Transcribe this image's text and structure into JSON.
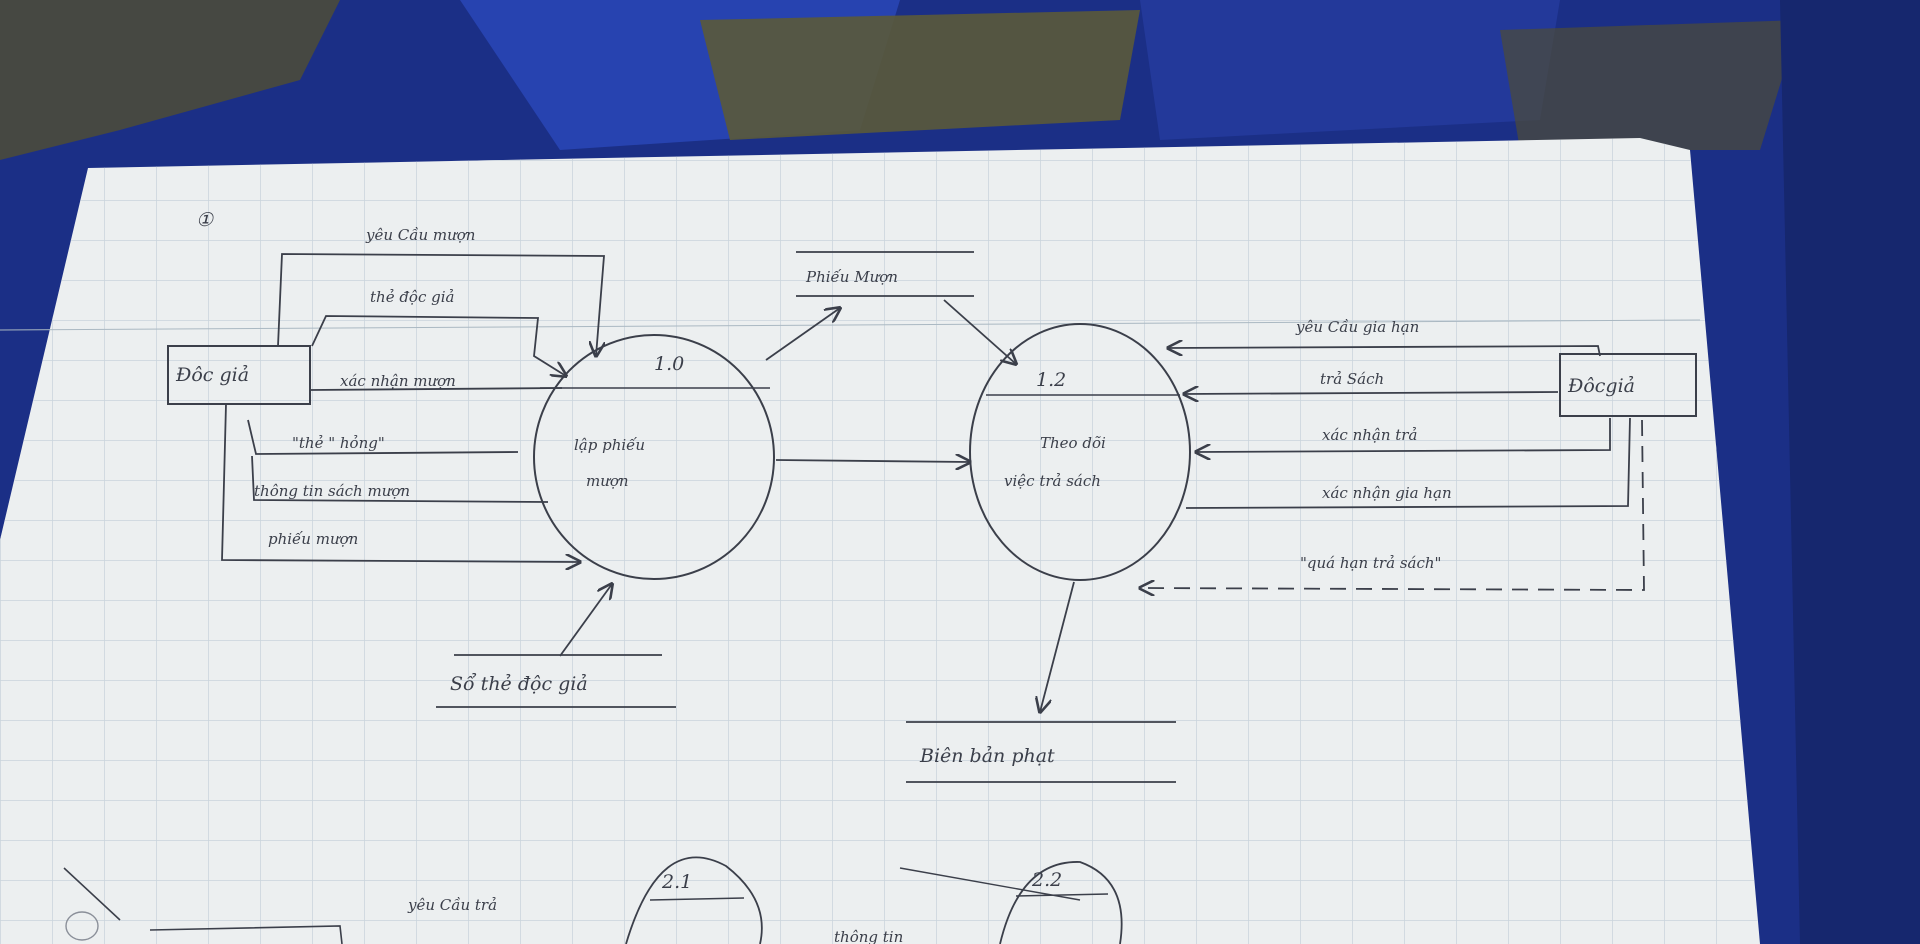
{
  "page_number": "①",
  "entities": {
    "left": "Đôc giả",
    "right": "Đôcgiả"
  },
  "processes": {
    "p1": {
      "id": "1.0",
      "line1": "lập phiếu",
      "line2": "mượn"
    },
    "p2": {
      "id": "1.2",
      "line1": "Theo dõi",
      "line2": "việc trả sách"
    },
    "p3": {
      "id": "2.1"
    },
    "p4": {
      "id": "2.2"
    }
  },
  "stores": {
    "s1": "Phiếu Mượn",
    "s2": "Sổ thẻ độc giả",
    "s3": "Biên bản phạt"
  },
  "flows": {
    "f1": "yêu Cầu mượn",
    "f2": "thẻ độc giả",
    "f3": "xác nhận mượn",
    "f4": "\"thẻ \" hỏng\"",
    "f5": "thông tin sách mượn",
    "f6": "phiếu mượn",
    "f7": "yêu Cầu gia hạn",
    "f8": "trả Sách",
    "f9": "xác nhận trả",
    "f10": "xác nhận gia hạn",
    "f11": "\"quá hạn trả sách\"",
    "f12": "yêu Cầu trả",
    "f13": "thông tin"
  },
  "colors": {
    "paper": "#eceff0",
    "grid": "#c9d4dc",
    "ink": "#3b3f4a",
    "fabric": "#1b2f86",
    "fabric_pattern": "#5b5a3a"
  }
}
